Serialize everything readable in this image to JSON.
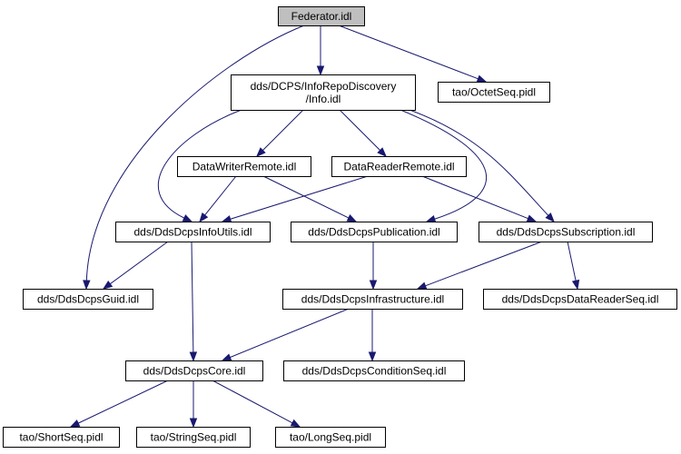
{
  "graph": {
    "root": "federator",
    "nodes": [
      {
        "id": "federator",
        "lines": [
          "Federator.idl"
        ],
        "root": true
      },
      {
        "id": "info",
        "lines": [
          "dds/DCPS/InfoRepoDiscovery",
          "/Info.idl"
        ]
      },
      {
        "id": "octetseq",
        "lines": [
          "tao/OctetSeq.pidl"
        ]
      },
      {
        "id": "datawriterremote",
        "lines": [
          "DataWriterRemote.idl"
        ]
      },
      {
        "id": "datareaderremote",
        "lines": [
          "DataReaderRemote.idl"
        ]
      },
      {
        "id": "infoutils",
        "lines": [
          "dds/DdsDcpsInfoUtils.idl"
        ]
      },
      {
        "id": "publication",
        "lines": [
          "dds/DdsDcpsPublication.idl"
        ]
      },
      {
        "id": "subscription",
        "lines": [
          "dds/DdsDcpsSubscription.idl"
        ]
      },
      {
        "id": "guid",
        "lines": [
          "dds/DdsDcpsGuid.idl"
        ]
      },
      {
        "id": "infrastructure",
        "lines": [
          "dds/DdsDcpsInfrastructure.idl"
        ]
      },
      {
        "id": "datareaderseq",
        "lines": [
          "dds/DdsDcpsDataReaderSeq.idl"
        ]
      },
      {
        "id": "core",
        "lines": [
          "dds/DdsDcpsCore.idl"
        ]
      },
      {
        "id": "conditionseq",
        "lines": [
          "dds/DdsDcpsConditionSeq.idl"
        ]
      },
      {
        "id": "shortseq",
        "lines": [
          "tao/ShortSeq.pidl"
        ]
      },
      {
        "id": "stringseq",
        "lines": [
          "tao/StringSeq.pidl"
        ]
      },
      {
        "id": "longseq",
        "lines": [
          "tao/LongSeq.pidl"
        ]
      }
    ],
    "edges": [
      {
        "from": "federator",
        "to": "info"
      },
      {
        "from": "federator",
        "to": "octetseq"
      },
      {
        "from": "federator",
        "to": "guid"
      },
      {
        "from": "info",
        "to": "datawriterremote"
      },
      {
        "from": "info",
        "to": "datareaderremote"
      },
      {
        "from": "info",
        "to": "infoutils"
      },
      {
        "from": "info",
        "to": "publication"
      },
      {
        "from": "info",
        "to": "subscription"
      },
      {
        "from": "datawriterremote",
        "to": "infoutils"
      },
      {
        "from": "datawriterremote",
        "to": "publication"
      },
      {
        "from": "datareaderremote",
        "to": "infoutils"
      },
      {
        "from": "datareaderremote",
        "to": "subscription"
      },
      {
        "from": "infoutils",
        "to": "guid"
      },
      {
        "from": "infoutils",
        "to": "core"
      },
      {
        "from": "publication",
        "to": "infrastructure"
      },
      {
        "from": "subscription",
        "to": "infrastructure"
      },
      {
        "from": "subscription",
        "to": "datareaderseq"
      },
      {
        "from": "infrastructure",
        "to": "core"
      },
      {
        "from": "infrastructure",
        "to": "conditionseq"
      },
      {
        "from": "core",
        "to": "shortseq"
      },
      {
        "from": "core",
        "to": "stringseq"
      },
      {
        "from": "core",
        "to": "longseq"
      }
    ],
    "colors": {
      "edge": "#191970",
      "root_fill": "#bfbfbf",
      "node_fill": "#ffffff",
      "border": "#000000"
    }
  }
}
